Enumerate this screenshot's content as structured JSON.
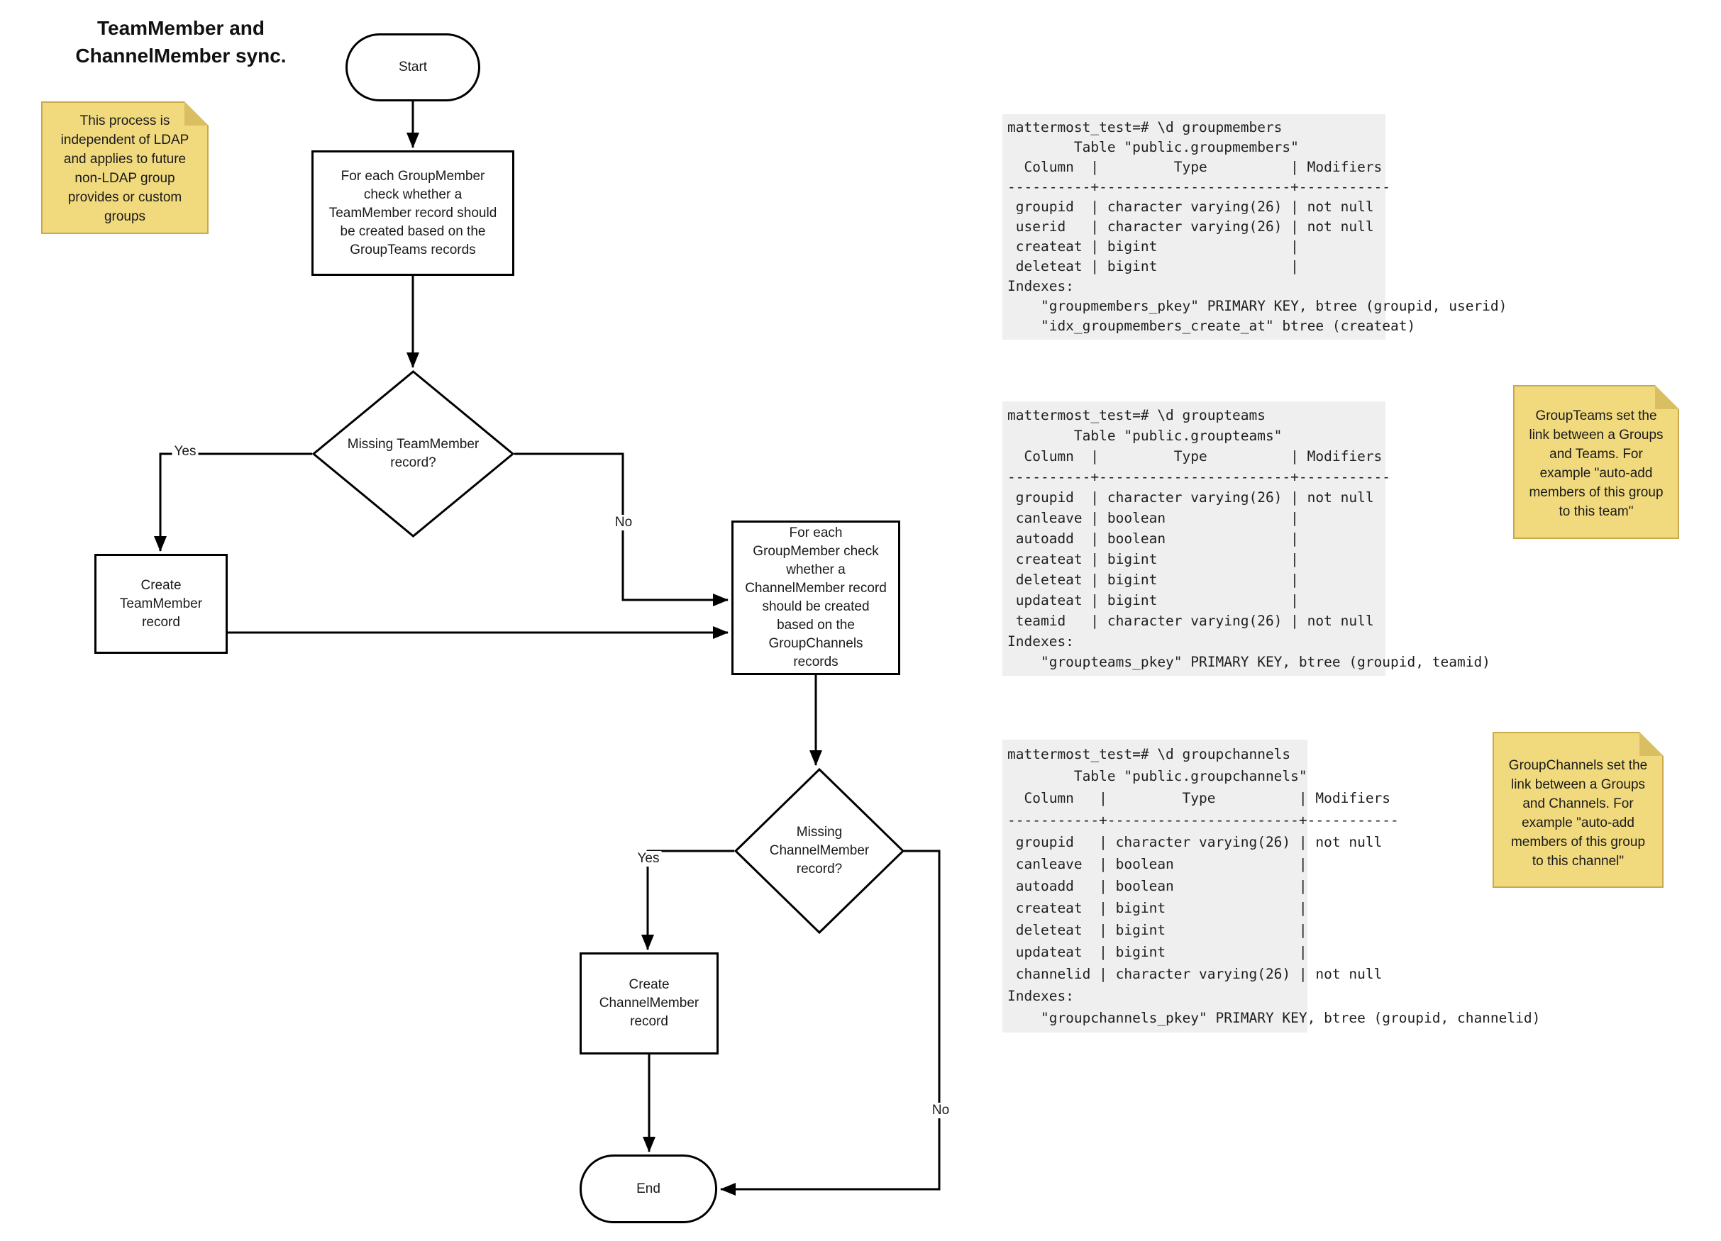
{
  "title": "TeamMember and\nChannelMember sync.",
  "sticky_notes": [
    {
      "text": "This process is\nindependent of LDAP\nand applies to future\nnon-LDAP group\nprovides or custom\ngroups"
    },
    {
      "text": "GroupTeams set the\nlink between a Groups\nand Teams. For\nexample \"auto-add\nmembers of this group\nto this team\""
    },
    {
      "text": "GroupChannels set the\nlink between a Groups\nand Channels. For\nexample \"auto-add\nmembers of this group\nto this channel\""
    }
  ],
  "flowchart": {
    "start_label": "Start",
    "end_label": "End",
    "process1": "For each GroupMember\ncheck whether a\nTeamMember record should\nbe created based on the\nGroupTeams records",
    "decision1": "Missing TeamMember\nrecord?",
    "create_team": "Create\nTeamMember\nrecord",
    "process2": "For each\nGroupMember check\nwhether a\nChannelMember record\nshould be created\nbased on the\nGroupChannels\nrecords",
    "decision2": "Missing\nChannelMember\nrecord?",
    "create_channel": "Create\nChannelMember\nrecord",
    "labels": {
      "yes1": "Yes",
      "no1": "No",
      "yes2": "Yes",
      "no2": "No"
    }
  },
  "terminals": [
    {
      "name": "groupmembers",
      "text": "mattermost_test=# \\d groupmembers\n        Table \"public.groupmembers\"\n  Column  |         Type          | Modifiers\n----------+-----------------------+-----------\n groupid  | character varying(26) | not null\n userid   | character varying(26) | not null\n createat | bigint                |\n deleteat | bigint                |\nIndexes:\n    \"groupmembers_pkey\" PRIMARY KEY, btree (groupid, userid)\n    \"idx_groupmembers_create_at\" btree (createat)"
    },
    {
      "name": "groupteams",
      "text": "mattermost_test=# \\d groupteams\n        Table \"public.groupteams\"\n  Column  |         Type          | Modifiers\n----------+-----------------------+-----------\n groupid  | character varying(26) | not null\n canleave | boolean               |\n autoadd  | boolean               |\n createat | bigint                |\n deleteat | bigint                |\n updateat | bigint                |\n teamid   | character varying(26) | not null\nIndexes:\n    \"groupteams_pkey\" PRIMARY KEY, btree (groupid, teamid)"
    },
    {
      "name": "groupchannels",
      "text": "mattermost_test=# \\d groupchannels\n        Table \"public.groupchannels\"\n  Column   |         Type          | Modifiers\n-----------+-----------------------+-----------\n groupid   | character varying(26) | not null\n canleave  | boolean               |\n autoadd   | boolean               |\n createat  | bigint                |\n deleteat  | bigint                |\n updateat  | bigint                |\n channelid | character varying(26) | not null\nIndexes:\n    \"groupchannels_pkey\" PRIMARY KEY, btree (groupid, channelid)"
    }
  ],
  "colors": {
    "note_fill": "#F1DA7E",
    "note_border": "#C9A94B",
    "note_fold": "#D9BE62",
    "line": "#000000",
    "terminal_bg": "#efefef",
    "text": "#1a1a1a"
  }
}
